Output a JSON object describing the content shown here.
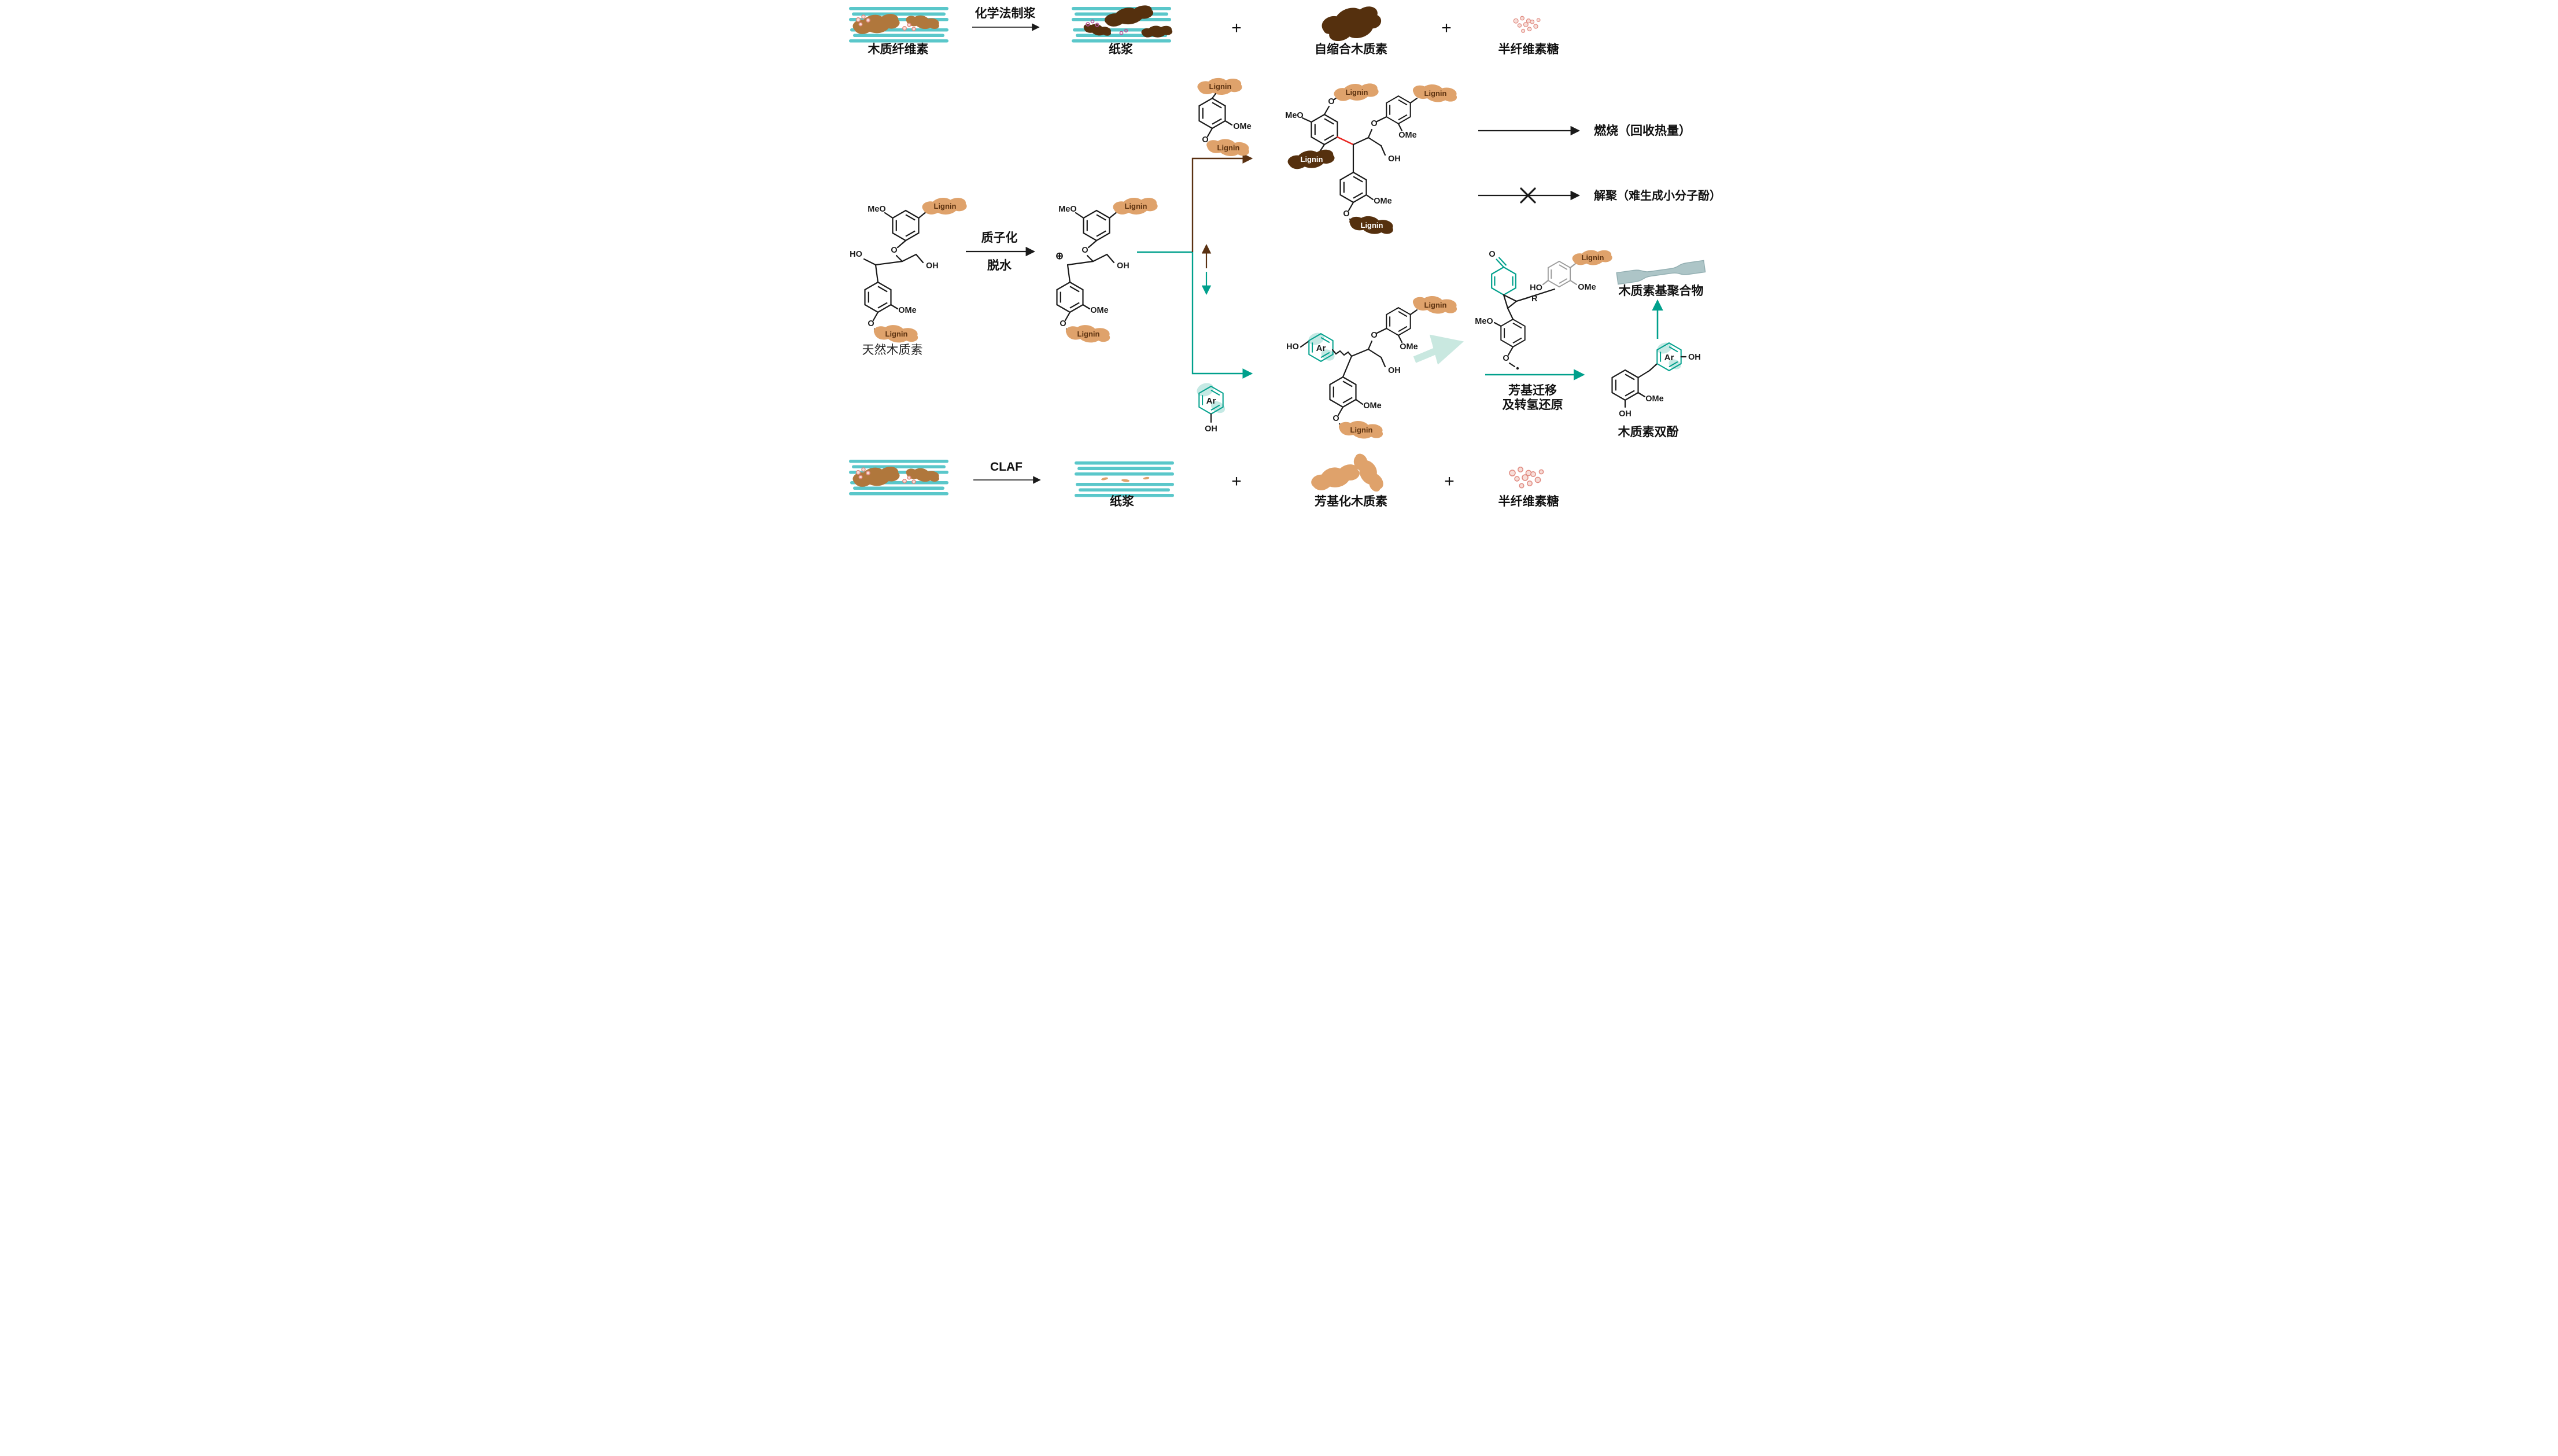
{
  "colors": {
    "cellulose_teal": "#5ac7ca",
    "arrow_teal": "#00a08c",
    "dark_brown": "#55300e",
    "tan_lignin": "#dfa26b",
    "pink_sugar": "#e0897f",
    "purple_sugar": "#b4569b",
    "red_bond": "#e8251f",
    "pale_teal": "#c9e8e0",
    "polymer_gray": "#adc5c7",
    "text_black": "#1a1a1a"
  },
  "labels": {
    "meo": "MeO",
    "ome": "OMe",
    "ho": "HO",
    "oh": "OH",
    "o": "O",
    "lignin": "Lignin",
    "ar": "Ar",
    "r": "R",
    "plus": "+",
    "cation": "⊕"
  },
  "top_row": {
    "lignocellulose": "木质纤维素",
    "process": "化学法制浆",
    "pulp": "纸浆",
    "condensed_lignin": "自缩合木质素",
    "hemicellulose": "半纤维素糖"
  },
  "middle": {
    "natural_lignin": "天然木质素",
    "protonation": "质子化",
    "dehydration": "脱水",
    "combustion": "燃烧（回收热量）",
    "depolymerization": "解聚（难生成小分子酚）",
    "aryl_migration_1": "芳基迁移",
    "aryl_migration_2": "及转氢还原",
    "bisphenol": "木质素双酚",
    "polymer": "木质素基聚合物"
  },
  "bottom_row": {
    "process": "CLAF",
    "pulp": "纸浆",
    "arylated_lignin": "芳基化木质素",
    "hemicellulose": "半纤维素糖"
  }
}
